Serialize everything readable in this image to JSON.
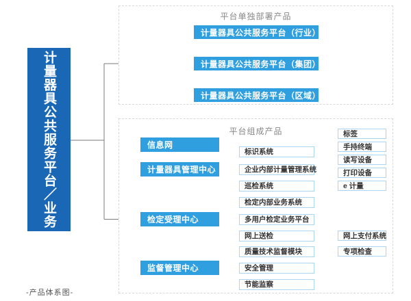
{
  "root": {
    "label": "计量器具公共服务平台／业务"
  },
  "footer": {
    "label": "-产品体系图-"
  },
  "panels": {
    "standalone": {
      "title": "平台单独部署产品",
      "items": [
        "计量器具公共服务平台（行业）",
        "计量器具公共服务平台（集团）",
        "计量器具公共服务平台（区域）"
      ]
    },
    "composition": {
      "title": "平台组成产品",
      "centers": [
        "信息网",
        "计量器具管理中心",
        "检定受理中心",
        "监督管理中心"
      ],
      "subsystems": [
        "标识系统",
        "企业内部计量管理系统",
        "巡检系统",
        "检定内部业务系统",
        "多用户检定业务平台",
        "网上送检",
        "质量技术监督模块",
        "安全管理",
        "节能监察"
      ],
      "leaves": [
        "标签",
        "手持终端",
        "读写设备",
        "打印设备",
        "e 计量",
        "网上支付系统",
        "专项检查"
      ]
    }
  },
  "colors": {
    "root_box": "#1A68B5",
    "node_blue": "#2F9FE0",
    "node_border": "#A9D5F0",
    "line": "#7a7a7a",
    "arrow": "#2b2b2b",
    "panel_border": "#d8d8d8"
  }
}
